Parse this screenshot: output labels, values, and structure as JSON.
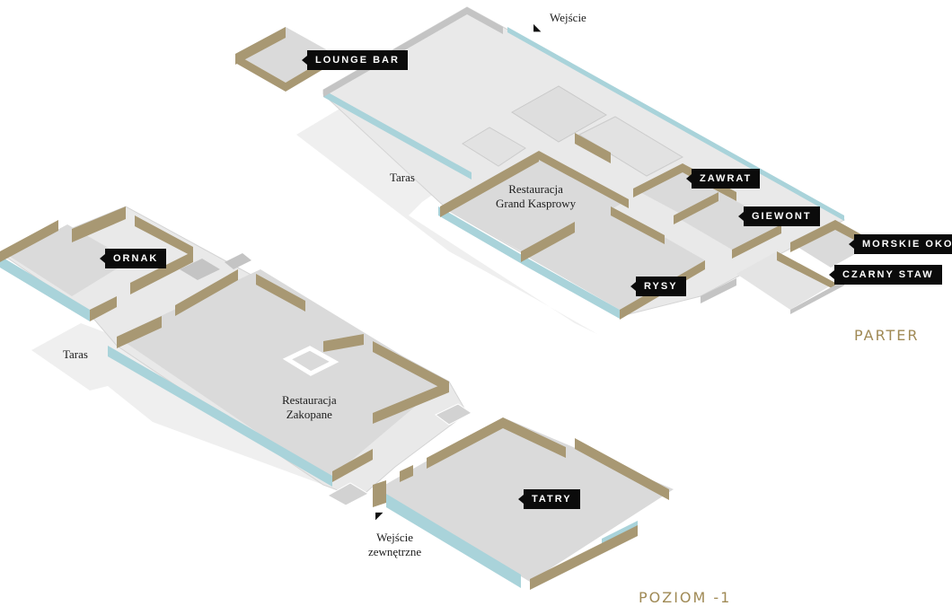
{
  "levels": {
    "parter": "PARTER",
    "poziom": "POZIOM -1"
  },
  "room_tags": {
    "lounge_bar": "LOUNGE BAR",
    "zawrat": "ZAWRAT",
    "giewont": "GIEWONT",
    "morskie_oko": "MORSKIE OKO",
    "czarny_staw": "CZARNY STAW",
    "rysy": "RYSY",
    "ornak": "ORNAK",
    "tatry": "TATRY"
  },
  "texts": {
    "wejscie": "Wejście",
    "taras_parter": "Taras",
    "taras_poziom": "Taras",
    "grand_kasprowy_line1": "Restauracja",
    "grand_kasprowy_line2": "Grand Kasprowy",
    "zakopane_line1": "Restauracja",
    "zakopane_line2": "Zakopane",
    "wejscie_zewn_line1": "Wejście",
    "wejscie_zewn_line2": "zewnętrzne"
  },
  "colors": {
    "floor": "#dcdcdc",
    "terrace": "#efefef",
    "wall_side": "#a89873",
    "wall_top": "#cbbd98",
    "glass": "#a9d3da",
    "level_label": "#a08a55"
  }
}
